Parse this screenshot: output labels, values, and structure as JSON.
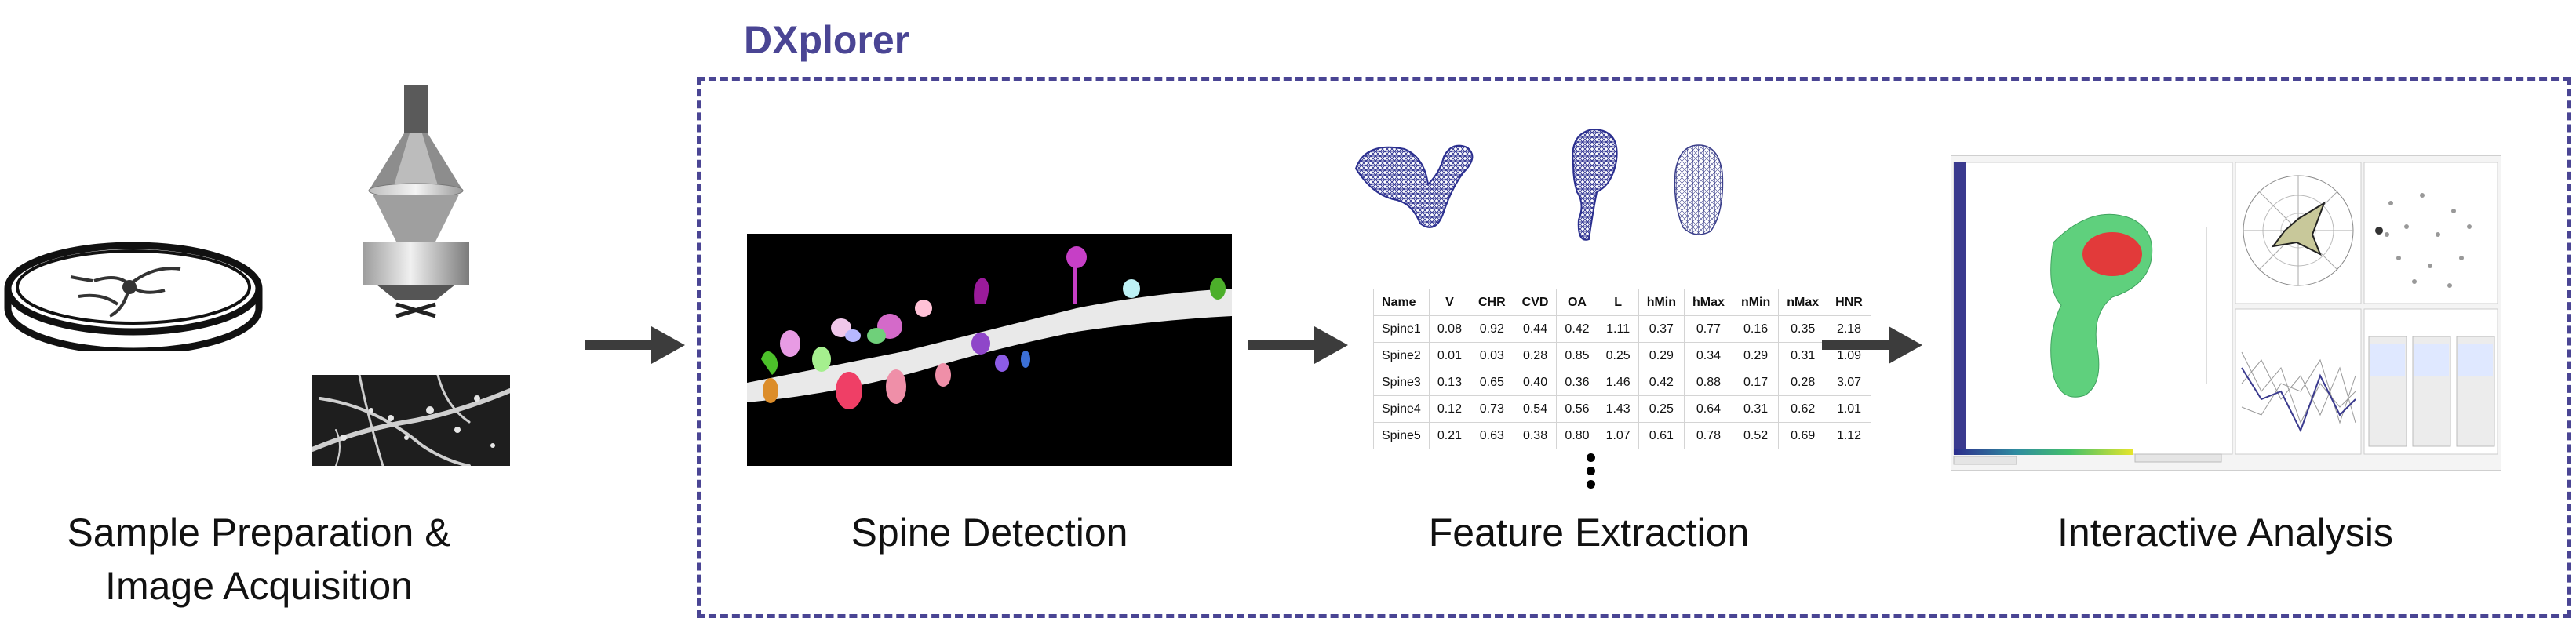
{
  "brand": "DXplorer",
  "stages": {
    "prep": "Sample Preparation & Image Acquisition",
    "prep_line1": "Sample Preparation &",
    "prep_line2": "Image Acquisition",
    "spine": "Spine Detection",
    "feature": "Feature Extraction",
    "interactive": "Interactive Analysis"
  },
  "table": {
    "headers": [
      "Name",
      "V",
      "CHR",
      "CVD",
      "OA",
      "L",
      "hMin",
      "hMax",
      "nMin",
      "nMax",
      "HNR"
    ],
    "rows": [
      [
        "Spine1",
        "0.08",
        "0.92",
        "0.44",
        "0.42",
        "1.11",
        "0.37",
        "0.77",
        "0.16",
        "0.35",
        "2.18"
      ],
      [
        "Spine2",
        "0.01",
        "0.03",
        "0.28",
        "0.85",
        "0.25",
        "0.29",
        "0.34",
        "0.29",
        "0.31",
        "1.09"
      ],
      [
        "Spine3",
        "0.13",
        "0.65",
        "0.40",
        "0.36",
        "1.46",
        "0.42",
        "0.88",
        "0.17",
        "0.28",
        "3.07"
      ],
      [
        "Spine4",
        "0.12",
        "0.73",
        "0.54",
        "0.56",
        "1.43",
        "0.25",
        "0.64",
        "0.31",
        "0.62",
        "1.01"
      ],
      [
        "Spine5",
        "0.21",
        "0.63",
        "0.38",
        "0.80",
        "1.07",
        "0.61",
        "0.78",
        "0.52",
        "0.69",
        "1.12"
      ]
    ]
  },
  "colors": {
    "brand": "#4a4594",
    "arrow": "#3c3c3c",
    "mesh": "#2b2f8f"
  },
  "icons": [
    "petri-dish-icon",
    "microscope-icon",
    "dendrite-micrograph",
    "spine-mesh-icon",
    "analysis-ui-thumbnail"
  ]
}
